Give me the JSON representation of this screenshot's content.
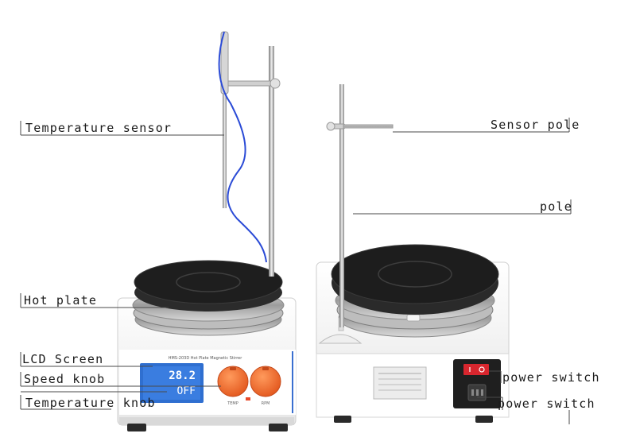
{
  "labels": {
    "temperature_sensor": "Temperature sensor",
    "hot_plate": "Hot plate",
    "lcd_screen": "LCD Screen",
    "speed_knob": "Speed knob",
    "temperature_knob": "Temperature knob",
    "sensor_pole": "Sensor pole",
    "pole": "pole",
    "power_switch_top": "power switch",
    "power_switch_bottom": "power switch"
  },
  "device": {
    "model_text": "HMS-203D Hot Plate Magnetic Stirrer",
    "lcd_value_top": "28.2",
    "lcd_value_bottom": "OFF",
    "knob_label_left": "TEMP",
    "knob_label_right": "RPM"
  },
  "colors": {
    "plate": "#222222",
    "body": "#f2f2f2",
    "knob": "#f26a2a",
    "lcd": "#2f6fd0",
    "cable": "#2b4bd6",
    "switch": "#d8262e"
  }
}
